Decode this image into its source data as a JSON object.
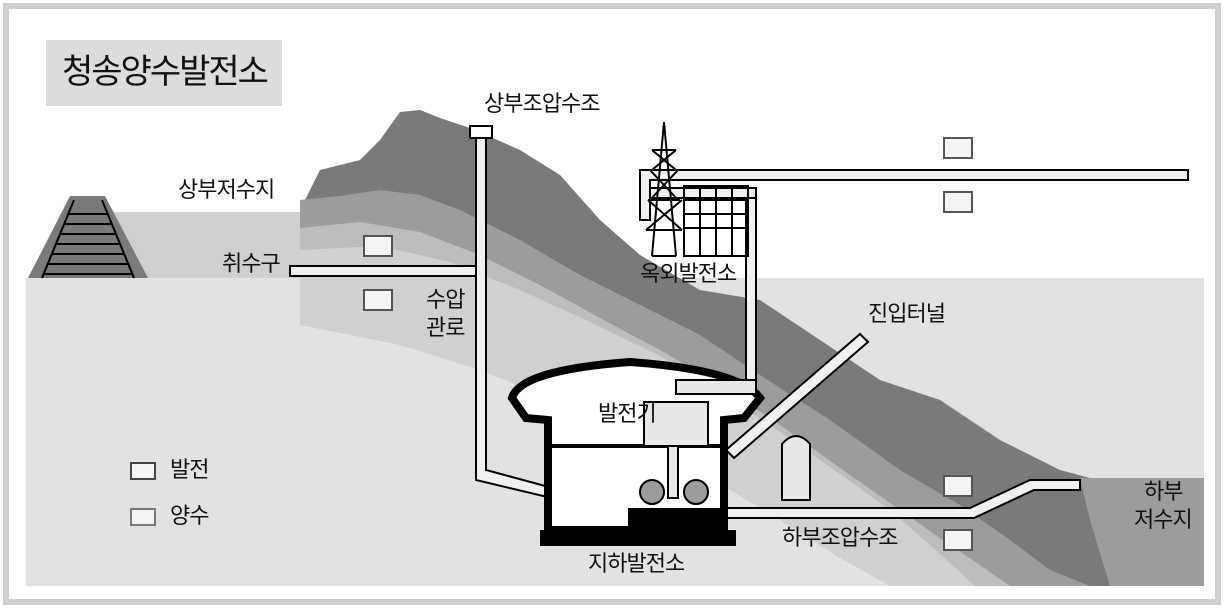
{
  "title": "청송양수발전소",
  "labels": {
    "upper_reservoir": "상부저수지",
    "intake": "취수구",
    "upper_surge_tank": "상부조압수조",
    "penstock_line1": "수압",
    "penstock_line2": "관로",
    "outdoor_substation": "옥외발전소",
    "access_tunnel": "진입터널",
    "generator": "발전기",
    "lower_surge_tank": "하부조압수조",
    "underground_powerhouse": "지하발전소",
    "lower_reservoir_line1": "하부",
    "lower_reservoir_line2": "저수지"
  },
  "legend": {
    "generation": "발전",
    "pumping": "양수"
  },
  "icons": {
    "generation_marker": "outlined-square-icon",
    "pumping_marker": "light-outlined-square-icon"
  },
  "colors": {
    "ground_light": "#e2e2e2",
    "mountain_dark": "#7a7a7a",
    "rock_layer": "#9c9c9c",
    "rock_layer_light": "#bdbdbd",
    "tunnel": "#f0f0f0",
    "outline": "#000000"
  }
}
